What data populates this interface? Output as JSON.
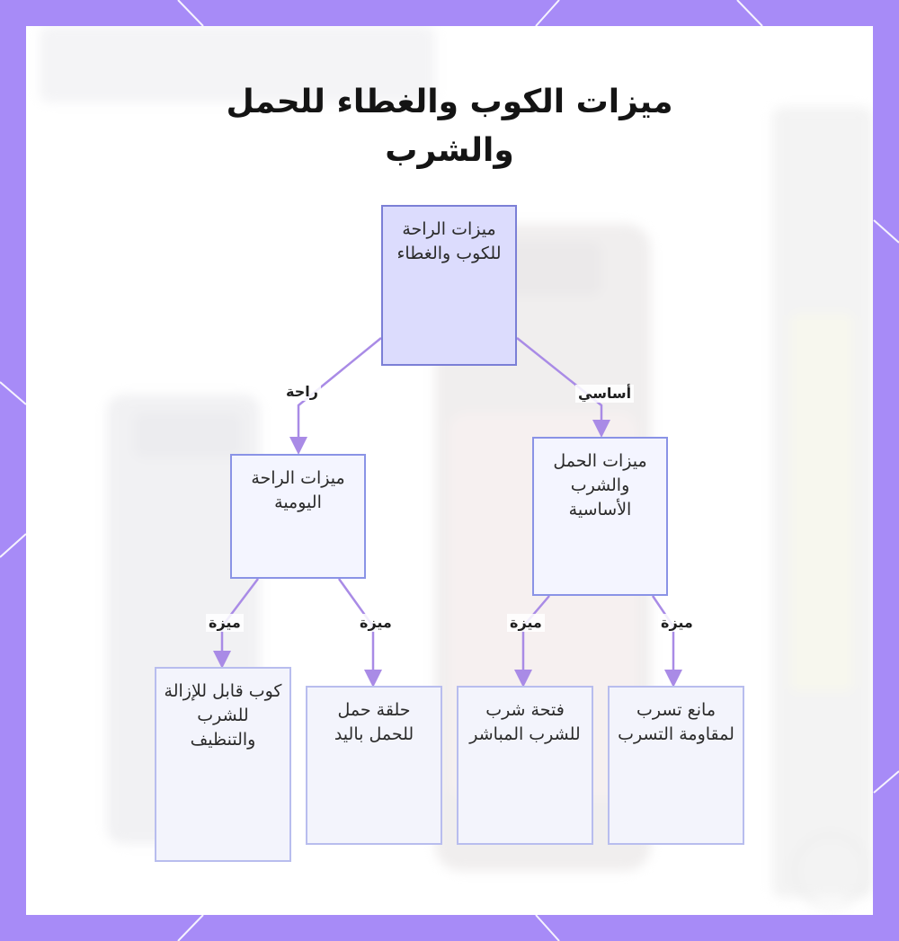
{
  "title": "ميزات الكوب والغطاء للحمل والشرب",
  "nodes": {
    "root": "ميزات الراحة للكوب والغطاء",
    "essential": "ميزات الحمل والشرب الأساسية",
    "comfort": "ميزات الراحة اليومية",
    "leaf_removable_cup": "كوب قابل للإزالة للشرب والتنظيف",
    "leaf_carry_ring": "حلقة حمل للحمل باليد",
    "leaf_drink_opening": "فتحة شرب للشرب المباشر",
    "leaf_leak_proof": "مانع تسرب لمقاومة التسرب"
  },
  "edges": {
    "root_to_comfort": "راحة",
    "root_to_essential": "أساسي",
    "comfort_to_removable_cup": "ميزة",
    "comfort_to_carry_ring": "ميزة",
    "essential_to_drink_opening": "ميزة",
    "essential_to_leak_proof": "ميزة"
  },
  "colors": {
    "frame": "#a78bf7",
    "root_fill": "#dcdcfd",
    "node_border": "#8a93e6",
    "edge": "#a98be6"
  }
}
